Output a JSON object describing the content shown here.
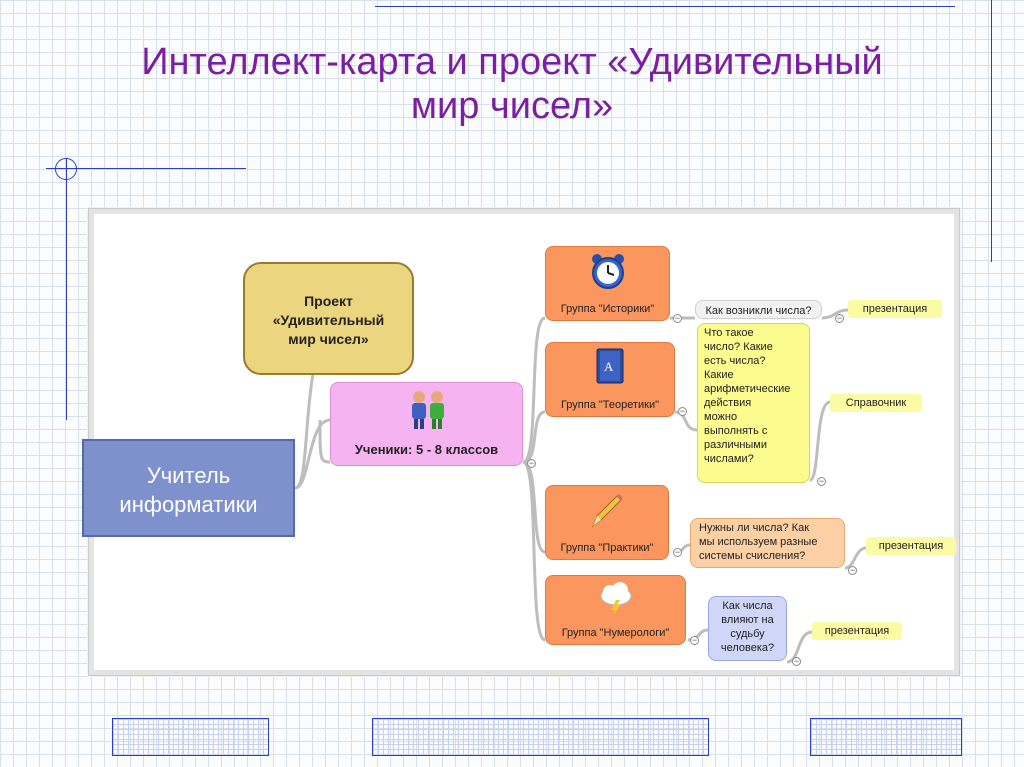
{
  "slide": {
    "title_line1": "Интеллект-карта и  проект «Удивительный",
    "title_line2": "мир чисел»"
  },
  "mindmap": {
    "project": {
      "line1": "Проект",
      "line2": "«Удивительный",
      "line3": "мир чисел»"
    },
    "students": {
      "label": "Ученики:  5 - 8 классов",
      "icon": "two-people-icon"
    },
    "teacher": {
      "line1": "Учитель",
      "line2": "информатики"
    },
    "groups": [
      {
        "label": "Группа \"Историки\"",
        "icon": "alarm-clock-icon"
      },
      {
        "label": "Группа \"Теоретики\"",
        "icon": "book-icon"
      },
      {
        "label": "Группа \"Практики\"",
        "icon": "pencil-icon"
      },
      {
        "label": "Группа \"Нумерологи\"",
        "icon": "cloud-lightning-icon"
      }
    ],
    "questions": [
      {
        "text": "Как возникли числа?"
      },
      {
        "lines": [
          "Что такое",
          "число?  Какие",
          "есть числа?",
          "Какие",
          "арифметические",
          "действия",
          "можно",
          "выполнять с",
          "различными",
          "числами?"
        ]
      },
      {
        "lines": [
          "Нужны ли числа?   Как",
          "мы используем разные",
          "системы счисления?"
        ]
      },
      {
        "lines": [
          "Как числа",
          "влияют на",
          "судьбу",
          "человека?"
        ]
      }
    ],
    "leaves": [
      "презентация",
      "Справочник",
      "презентация",
      "презентация"
    ],
    "collapse_symbol": "−"
  }
}
